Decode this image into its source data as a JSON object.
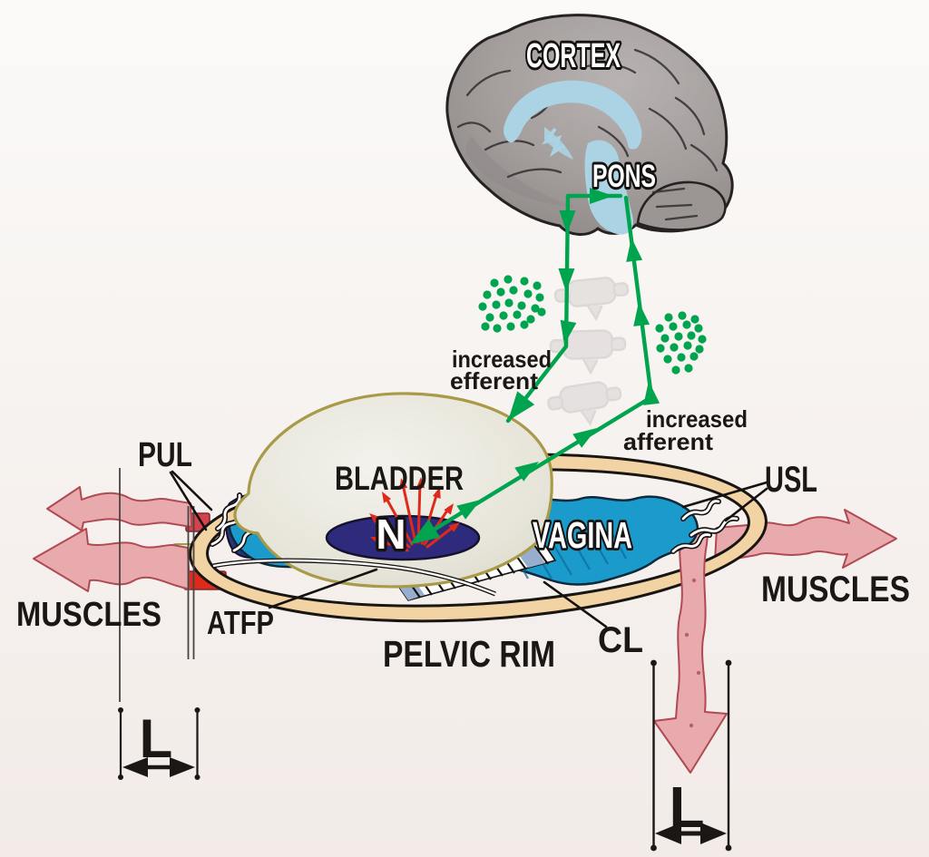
{
  "figure": {
    "type": "anatomical-diagram",
    "subject": "Neural feedback loop between brain and bladder with pelvic ligaments, pelvic rim and muscle force vectors"
  },
  "labels": {
    "cortex": "CORTEX",
    "pons": "PONS",
    "efferent_line1": "increased",
    "efferent_line2": "efferent",
    "afferent_line1": "increased",
    "afferent_line2": "afferent",
    "pul": "PUL",
    "usl": "USL",
    "bladder": "BLADDER",
    "nerve": "N",
    "vagina": "VAGINA",
    "atfp": "ATFP",
    "cl": "CL",
    "pelvic_rim": "PELVIC RIM",
    "muscles_left": "MUSCLES",
    "muscles_right": "MUSCLES",
    "length_left": "L",
    "length_right": "L"
  },
  "colors": {
    "background": "#f6f2ef",
    "green": "#00a44f",
    "brain_gray": "#a9a3a2",
    "brain_dark": "#8e8887",
    "brain_blue": "#abd3e3",
    "spine_gray": "#c7c2c2",
    "bladder_outline": "#a89a49",
    "nerve_navy": "#2e2a7c",
    "red": "#dd2a1a",
    "vagina_blue": "#1b9acc",
    "vagina_hatch": "#0d6c9a",
    "ring_tan": "#f2d3a4",
    "pink": "#e9aaae",
    "pink_outline": "#b04a52",
    "crimson": "#d4434d",
    "navy_patch": "#283578",
    "steel": "#96afce",
    "ink": "#1a1715"
  }
}
